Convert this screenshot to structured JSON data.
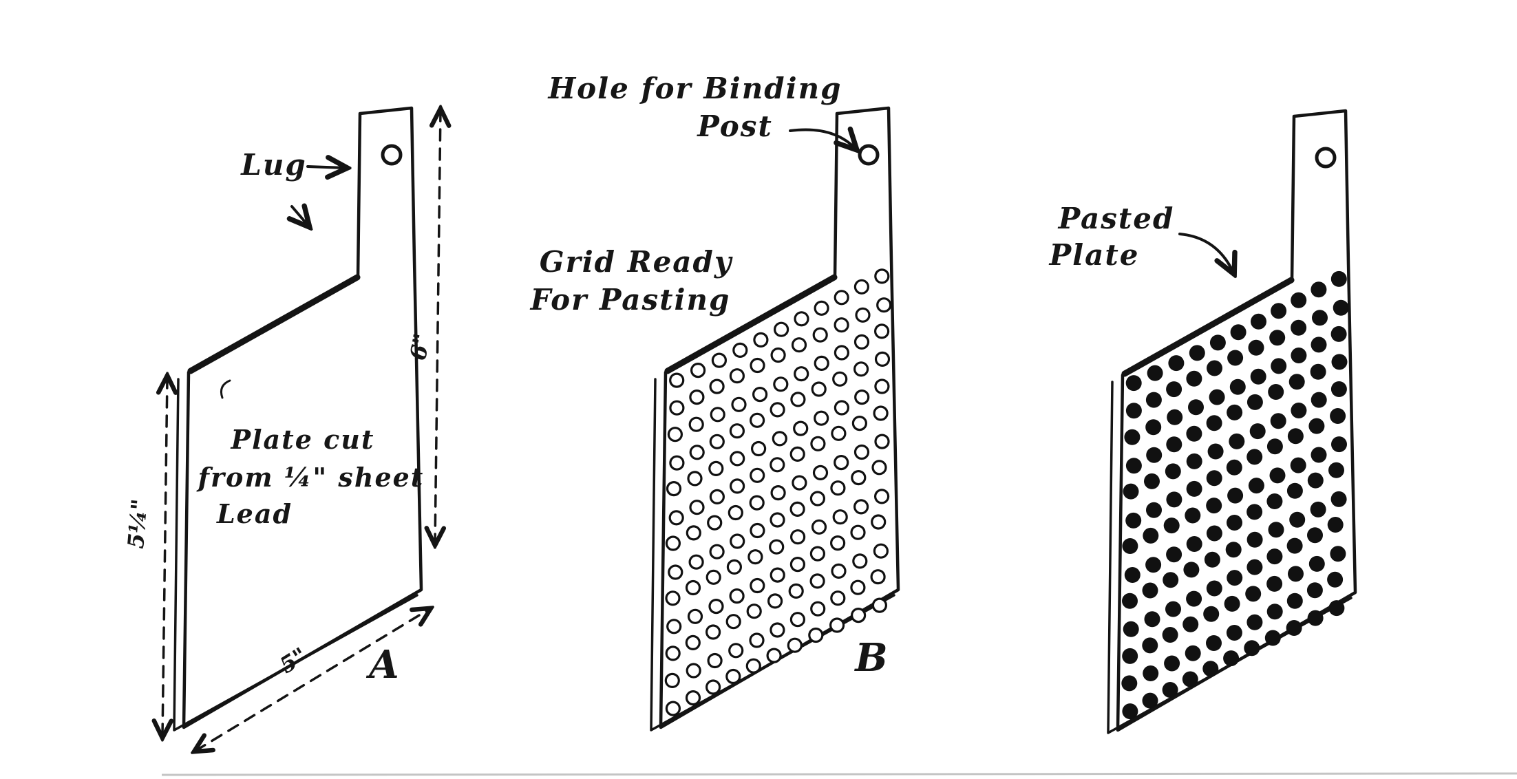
{
  "figure": {
    "labels": {
      "lug": "Lug",
      "hole_line1": "Hole for Binding",
      "hole_line2": "Post",
      "grid_line1": "Grid Ready",
      "grid_line2": "For Pasting",
      "pasted_line1": "Pasted",
      "pasted_line2": "Plate",
      "plate_cut_line1": "Plate cut",
      "plate_cut_line2": "from ¼\" sheet",
      "plate_cut_line3": "Lead",
      "letter_a": "A",
      "letter_b": "B",
      "dim_right": "6\"",
      "dim_left": "5¼\"",
      "dim_bottom": "5\""
    }
  }
}
